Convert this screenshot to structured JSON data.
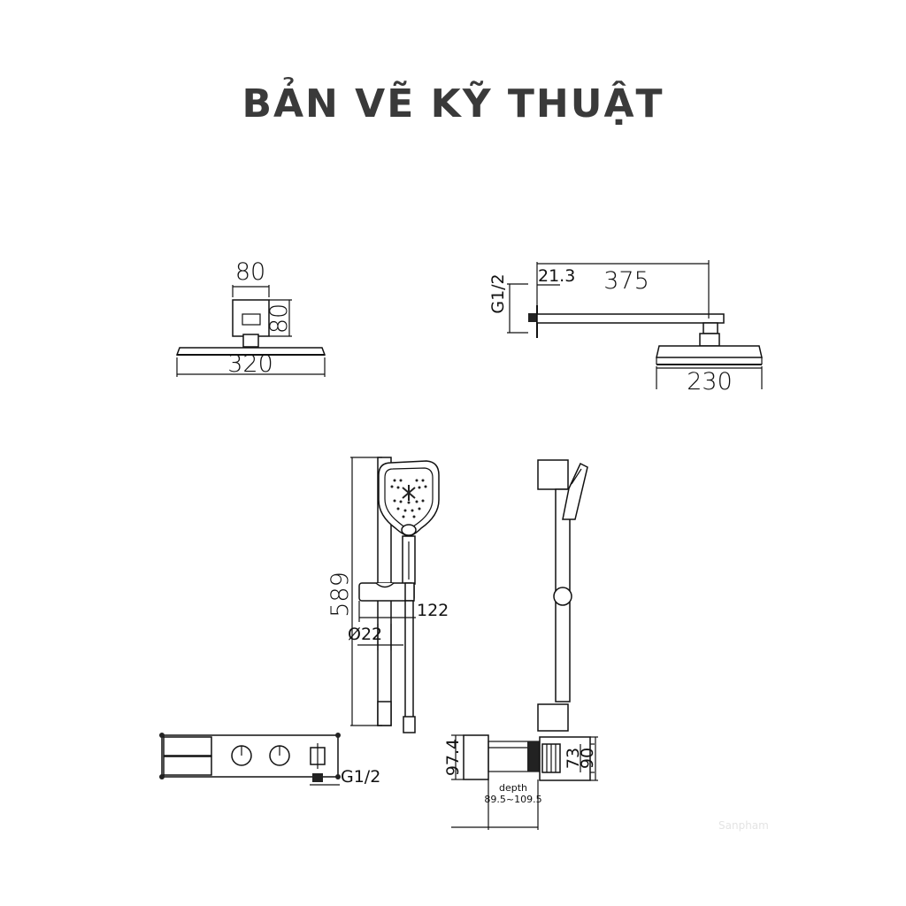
{
  "title": "BẢN VẼ KỸ THUẬT",
  "watermark": "Sanpham",
  "dimensions": {
    "head_front_top_width": "80",
    "head_front_top_height": "80",
    "head_front_diameter": "320",
    "arm_inlet_thread": "G1/2",
    "arm_offset": "21.3",
    "arm_length": "375",
    "head_side_diameter": "230",
    "rail_height": "589",
    "holder_projection": "122",
    "rail_diameter": "Ø22",
    "valve_inlet_thread": "G1/2",
    "box_height": "97.4",
    "box_inner_height": "73",
    "box_outer_height": "90",
    "depth_label": "depth",
    "depth_range": "89.5~109.5"
  },
  "colors": {
    "title": "#3a3a3a",
    "line": "#111111",
    "background": "#ffffff"
  }
}
